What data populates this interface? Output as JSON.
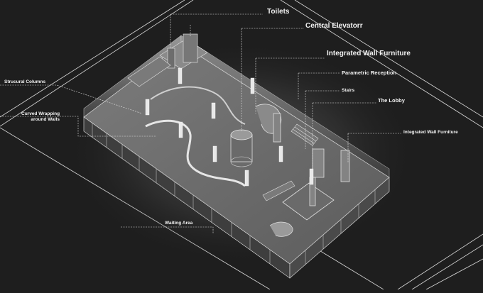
{
  "labels": {
    "toilets": "Toilets",
    "central_elevator": "Central Elevatorr",
    "integrated_wall_furniture_top": "Integrated Wall Furniture",
    "parametric_reception": "Parametric Reception",
    "stairs": "Stairs",
    "the_lobby": "The Lobby",
    "integrated_wall_furniture_right": "Integrated Wall Furniture",
    "structural_columns": "Strucural Columns",
    "curved_wrapping_line1": "Curved Wrapping",
    "curved_wrapping_line2": "around Walls",
    "waiting_area": "Waiting Area"
  },
  "colors": {
    "background": "#1e1e1e",
    "lines": "#d8d8d8",
    "floor": "#6a6a6a",
    "walls": "#9a9a9a"
  }
}
